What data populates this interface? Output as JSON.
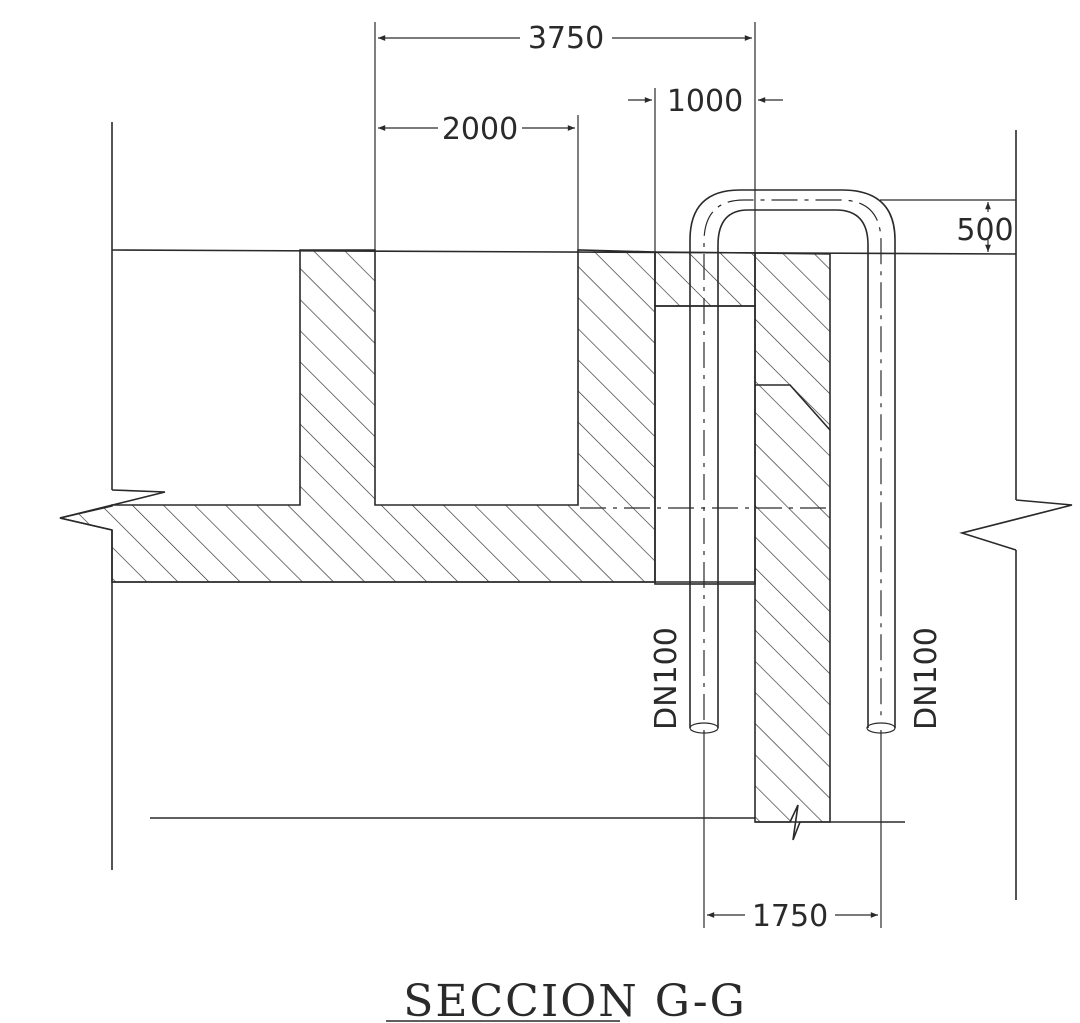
{
  "drawing": {
    "title": "SECCION G-G",
    "dimensions": {
      "overall_width": "3750",
      "chamber_width": "2000",
      "offset": "1000",
      "pipe_rise": "500",
      "pipe_spacing": "1750"
    },
    "pipe_labels": {
      "left": "DN100",
      "right": "DN100"
    }
  }
}
